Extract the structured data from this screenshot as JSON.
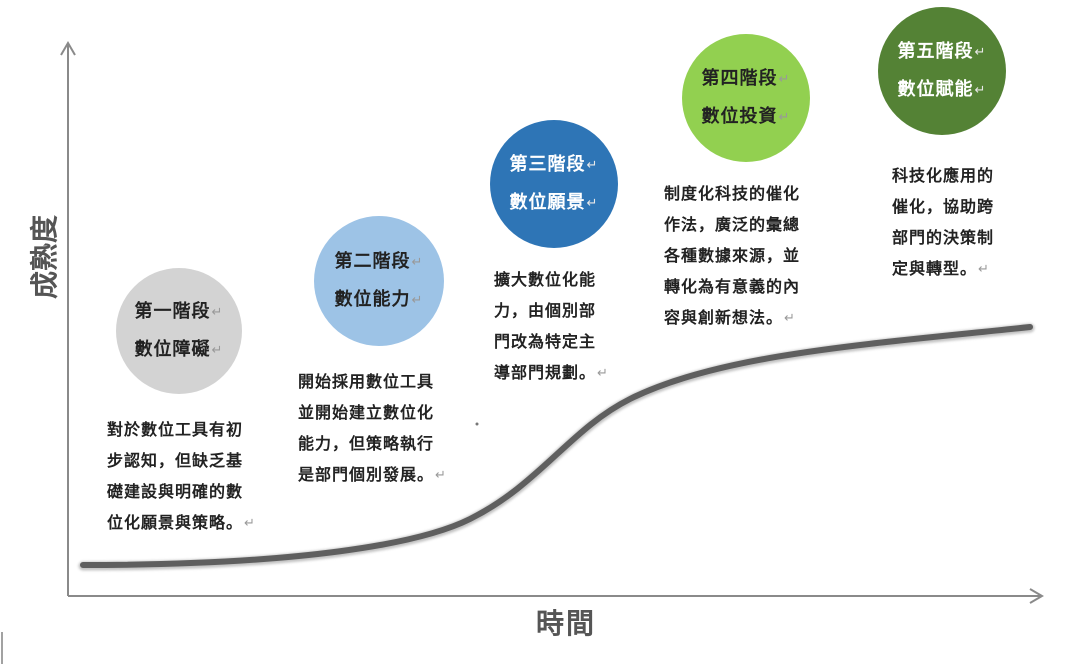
{
  "axes": {
    "x_label": "時間",
    "y_label": "成熟度"
  },
  "return_mark": "↵",
  "stages": [
    {
      "title": "第一階段",
      "name": "數位障礙",
      "color": "#d3d3d3",
      "text_color": "#222222",
      "description": [
        "對於數位工具有初",
        "步認知，但缺乏基",
        "礎建設與明確的數",
        "位化願景與策略。"
      ]
    },
    {
      "title": "第二階段",
      "name": "數位能力",
      "color": "#9dc3e6",
      "text_color": "#222222",
      "description": [
        "開始採用數位工具",
        "並開始建立數位化",
        "能力，但策略執行",
        "是部門個別發展。"
      ]
    },
    {
      "title": "第三階段",
      "name": "數位願景",
      "color": "#2e75b6",
      "text_color": "#ffffff",
      "description": [
        "擴大數位化能",
        "力，由個別部",
        "門改為特定主",
        "導部門規劃。"
      ]
    },
    {
      "title": "第四階段",
      "name": "數位投資",
      "color": "#92d050",
      "text_color": "#222222",
      "description": [
        "制度化科技的催化",
        "作法，廣泛的彙總",
        "各種數據來源，並",
        "轉化為有意義的內",
        "容與創新想法。"
      ]
    },
    {
      "title": "第五階段",
      "name": "數位賦能",
      "color": "#548235",
      "text_color": "#ffffff",
      "description": [
        "科技化應用的",
        "催化，協助跨",
        "部門的決策制",
        "定與轉型。"
      ]
    }
  ]
}
